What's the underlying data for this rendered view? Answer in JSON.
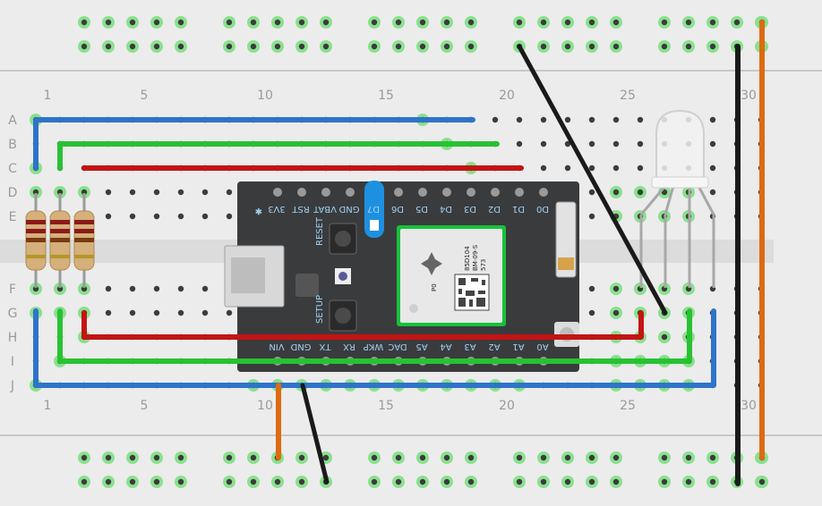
{
  "breadboard": {
    "columns": [
      "1",
      "5",
      "10",
      "15",
      "20",
      "25",
      "30"
    ],
    "rows": [
      "A",
      "B",
      "C",
      "D",
      "E",
      "F",
      "G",
      "H",
      "I",
      "J"
    ]
  },
  "device": {
    "top_pins": [
      "3V3",
      "RST",
      "VBAT",
      "GND",
      "D7",
      "D6",
      "D5",
      "D4",
      "D3",
      "D2",
      "D1",
      "D0"
    ],
    "bottom_pins": [
      "VIN",
      "GND",
      "TX",
      "RX",
      "WKP",
      "DAC",
      "A5",
      "A4",
      "A3",
      "A2",
      "A1",
      "A0"
    ],
    "reset_label": "RESET",
    "setup_label": "SETUP",
    "module_text": [
      "P0",
      "85D104",
      "BM-09-S",
      "573"
    ]
  },
  "colors": {
    "board": "#ececec",
    "blue_wire": "#2e74c9",
    "green_wire": "#27c232",
    "red_wire": "#c41414",
    "black_wire": "#1a1a1a",
    "orange_wire": "#de6a10",
    "device_pcb": "#3a3b3d"
  }
}
